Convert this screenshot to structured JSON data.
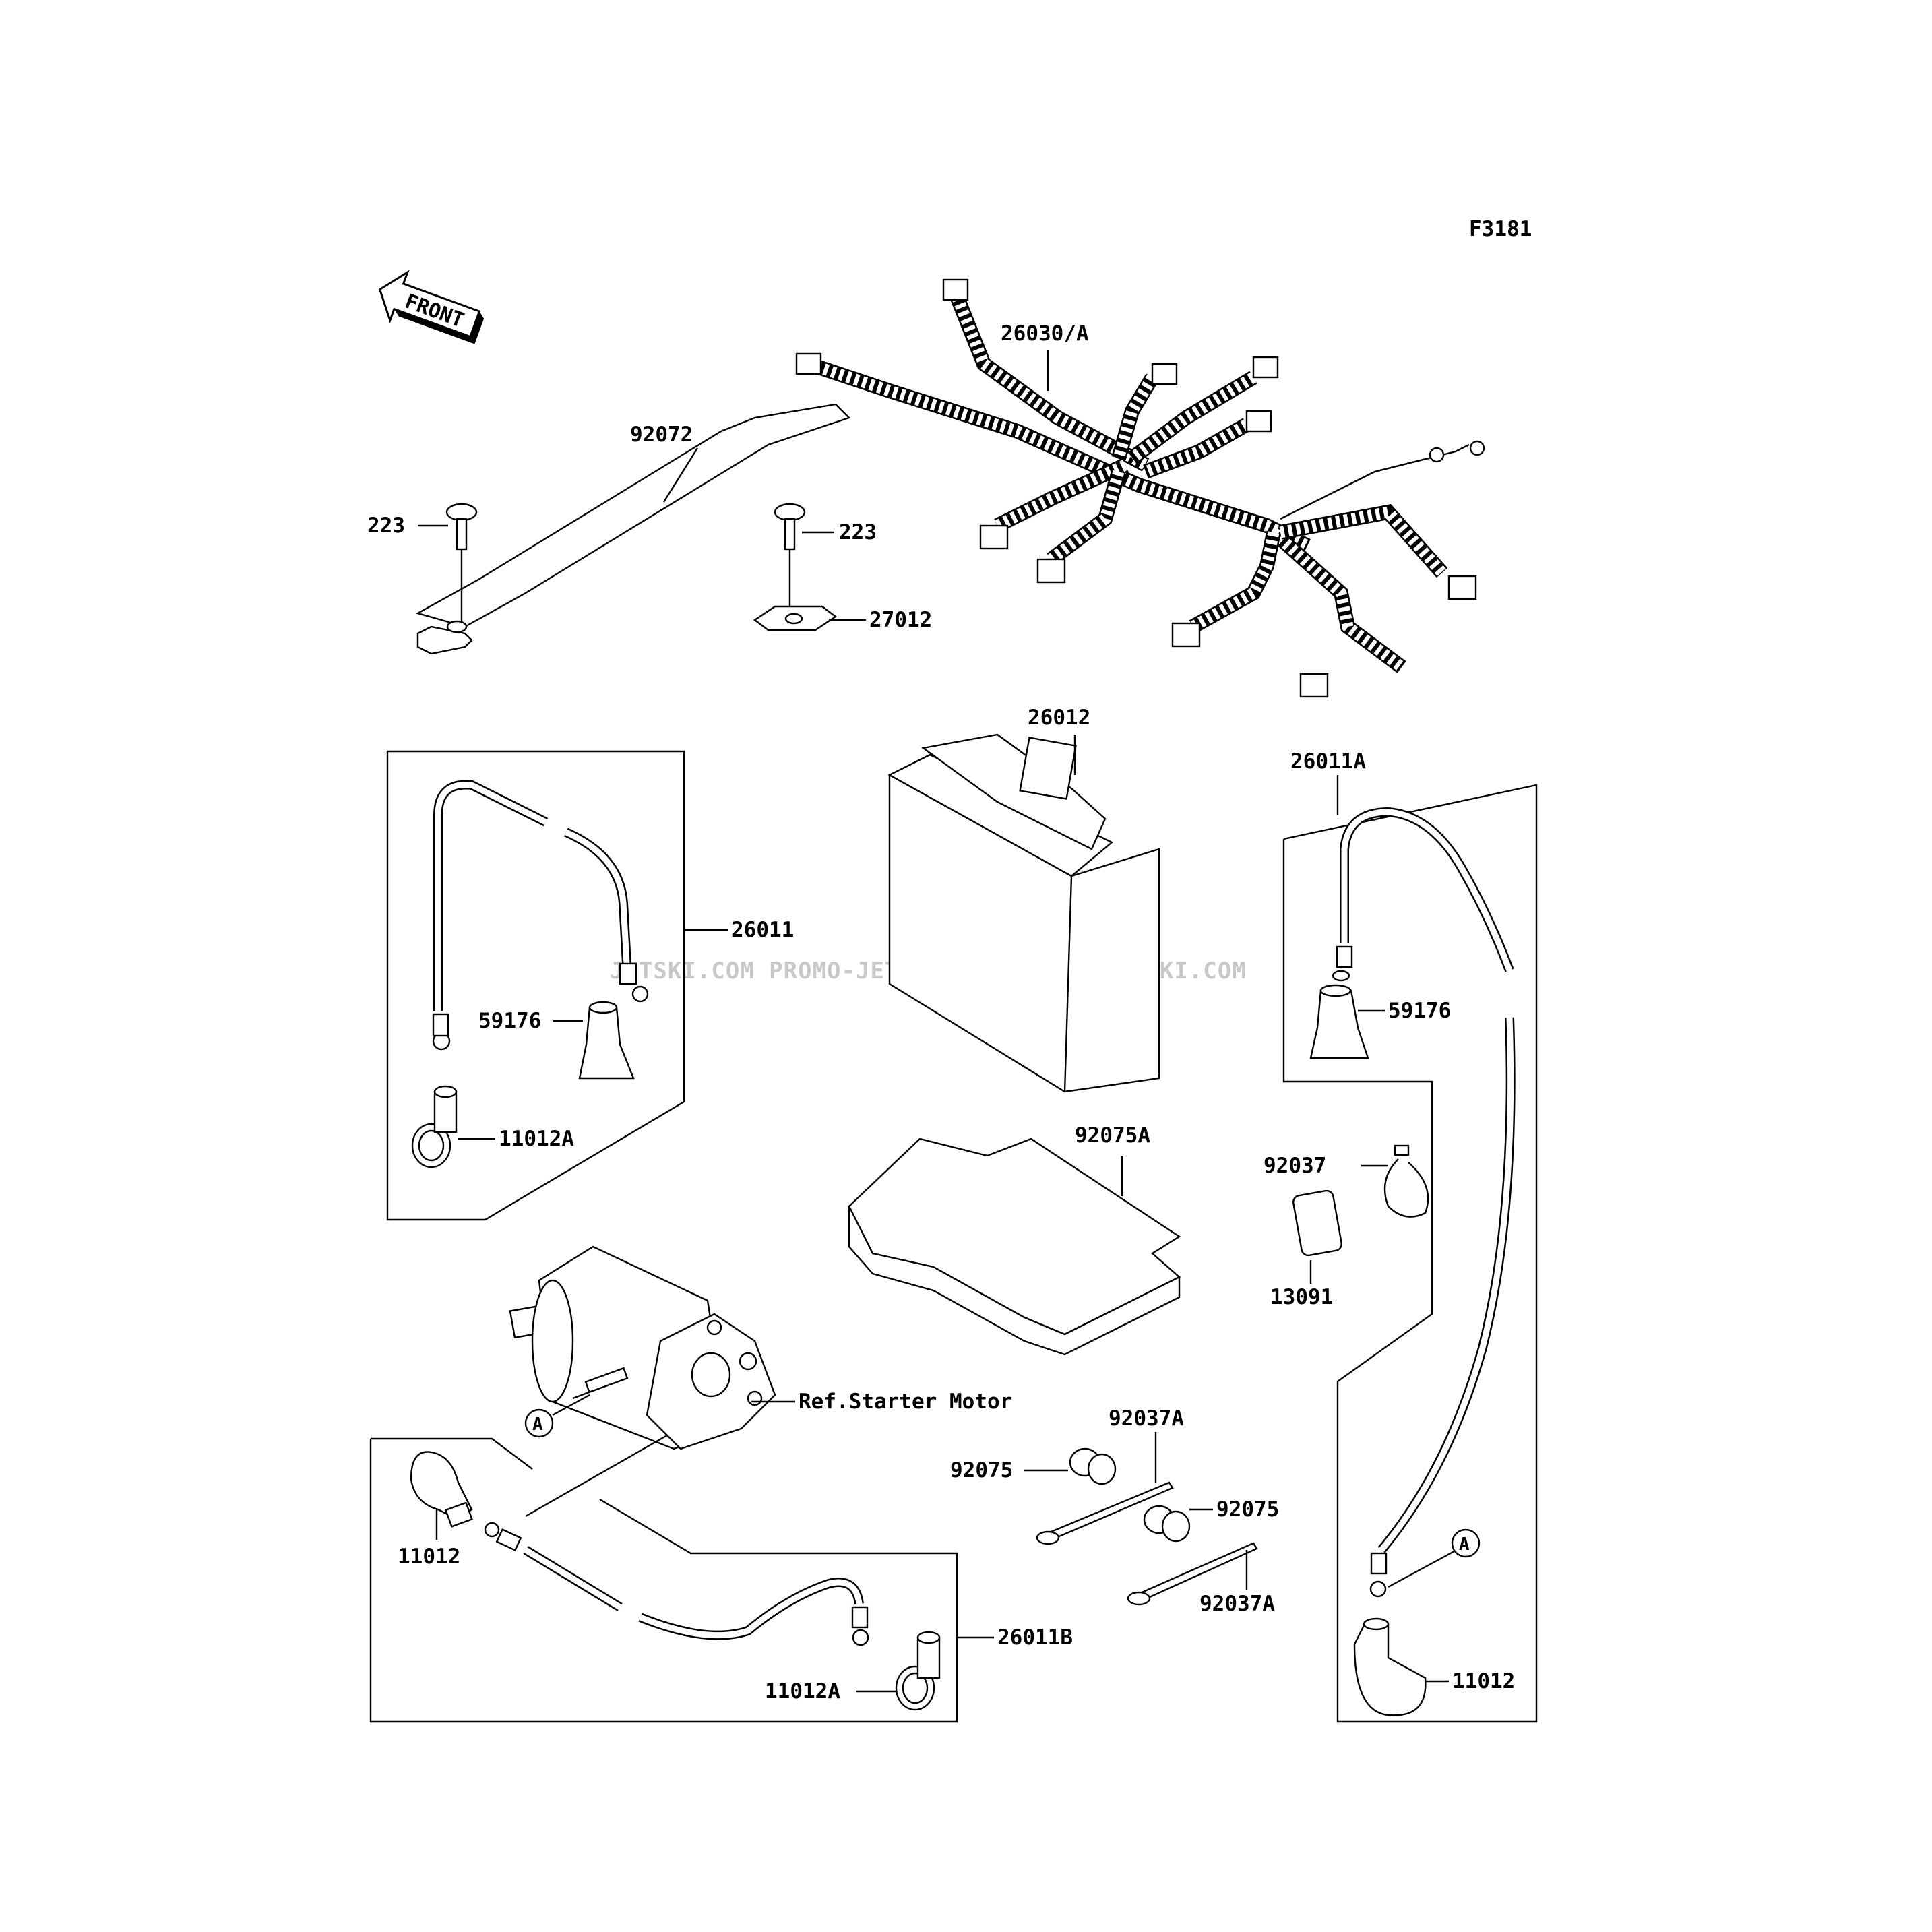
{
  "figure_code": "F3181",
  "front_label": "FRONT",
  "watermark": "JETSKI.COM PROMO-JETSKI.COM PROMO-JETSKI.COM",
  "labels": {
    "harness": "26030/A",
    "strap": "92072",
    "bolt_left": "223",
    "bolt_right": "223",
    "bracket": "27012",
    "battery": "26012",
    "cable_right": "26011A",
    "cable_left": "26011",
    "cap_left": "59176",
    "cap_right": "59176",
    "cover_left": "11012A",
    "pad": "92075A",
    "band": "92037",
    "cap_small": "13091",
    "starter_ref": "Ref.Starter Motor",
    "ref_a_left": "A",
    "ref_a_right": "A",
    "cover_bl": "11012",
    "cable_bottom": "26011B",
    "cover_bottom": "11012A",
    "tie_top": "92037A",
    "tie_bottom": "92037A",
    "grommet_left": "92075",
    "grommet_right": "92075",
    "cover_br": "11012"
  }
}
